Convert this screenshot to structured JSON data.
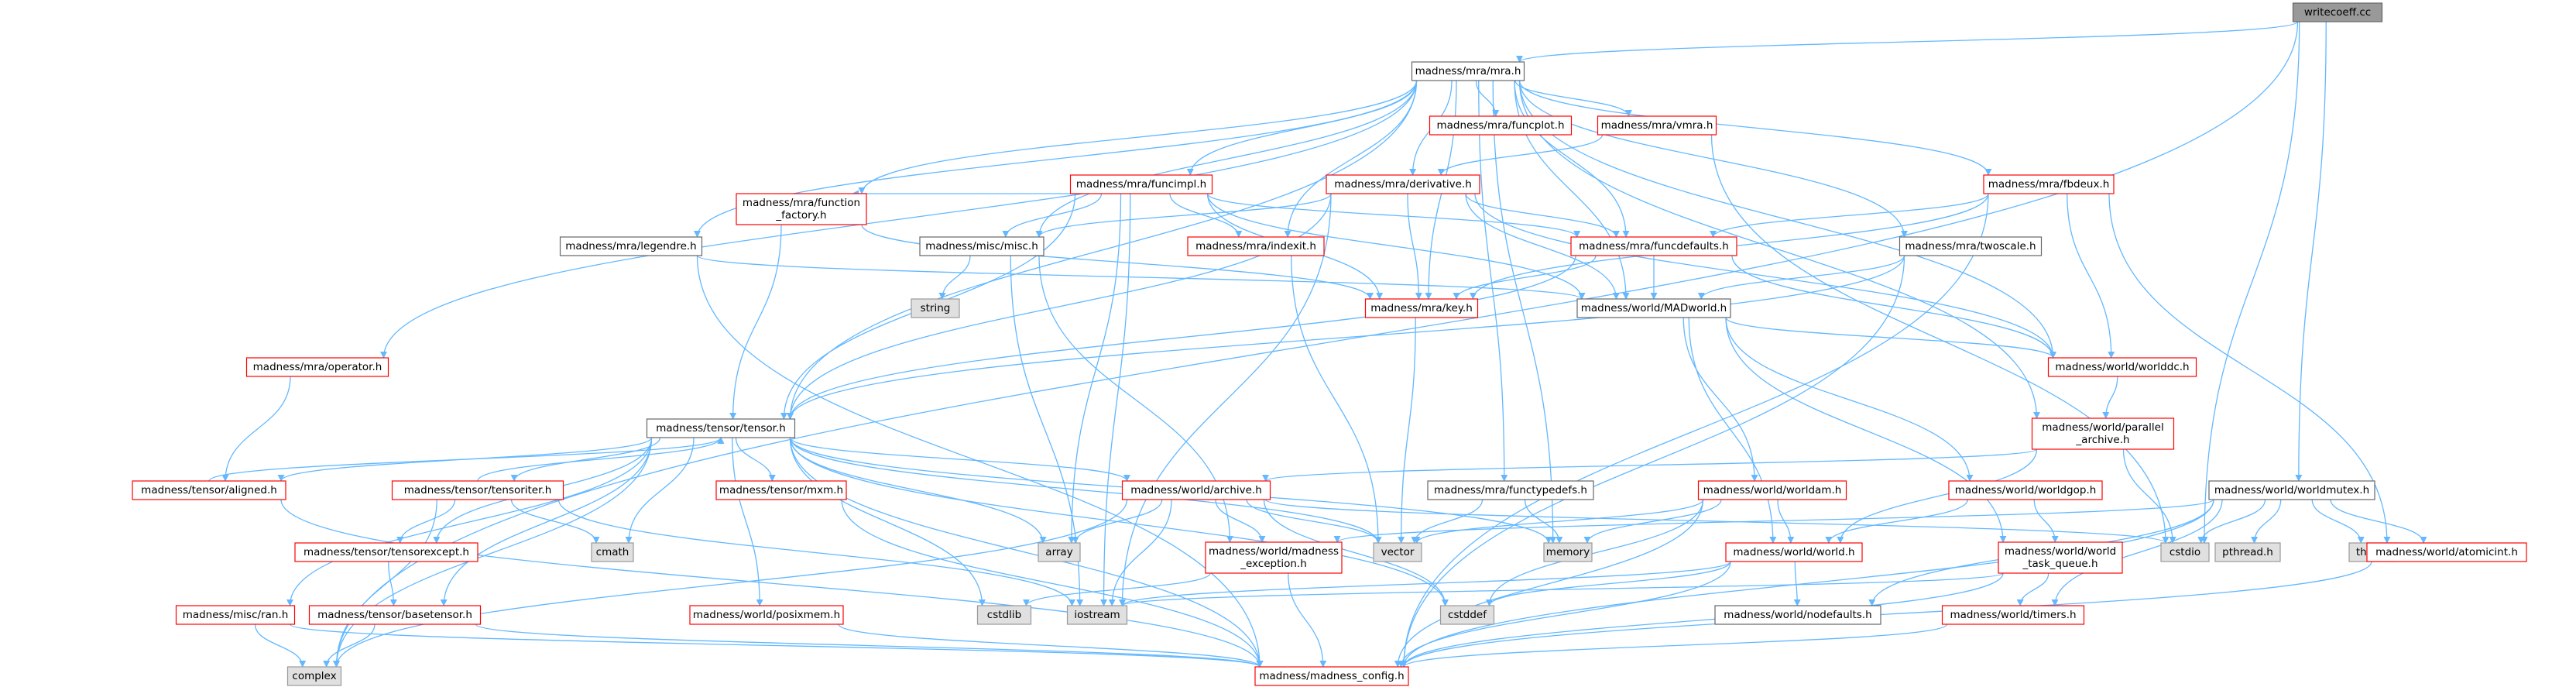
{
  "graph": {
    "colors": {
      "edge": "#63b8ff",
      "root_fill": "#999999",
      "root_border": "#666666",
      "normal_border": "#666666",
      "red_border": "#ff0000",
      "gray_fill": "#e0e0e0",
      "gray_border": "#999999",
      "text": "#000000"
    },
    "nodes": [
      {
        "id": "n_root",
        "lines": [
          "writecoeff.cc"
        ],
        "style": "root"
      },
      {
        "id": "n_mra",
        "lines": [
          "madness/mra/mra.h"
        ],
        "style": "normal"
      },
      {
        "id": "n_funcplot",
        "lines": [
          "madness/mra/funcplot.h"
        ],
        "style": "red"
      },
      {
        "id": "n_vmra",
        "lines": [
          "madness/mra/vmra.h"
        ],
        "style": "red"
      },
      {
        "id": "n_funcimpl",
        "lines": [
          "madness/mra/funcimpl.h"
        ],
        "style": "red"
      },
      {
        "id": "n_derivative",
        "lines": [
          "madness/mra/derivative.h"
        ],
        "style": "red"
      },
      {
        "id": "n_fbdeux",
        "lines": [
          "madness/mra/fbdeux.h"
        ],
        "style": "red"
      },
      {
        "id": "n_function_factory",
        "lines": [
          "madness/mra/function",
          "_factory.h"
        ],
        "style": "red"
      },
      {
        "id": "n_legendre",
        "lines": [
          "madness/mra/legendre.h"
        ],
        "style": "normal"
      },
      {
        "id": "n_misc",
        "lines": [
          "madness/misc/misc.h"
        ],
        "style": "normal"
      },
      {
        "id": "n_indexit",
        "lines": [
          "madness/mra/indexit.h"
        ],
        "style": "red"
      },
      {
        "id": "n_funcdefaults",
        "lines": [
          "madness/mra/funcdefaults.h"
        ],
        "style": "red"
      },
      {
        "id": "n_twoscale",
        "lines": [
          "madness/mra/twoscale.h"
        ],
        "style": "normal"
      },
      {
        "id": "n_string",
        "lines": [
          "string"
        ],
        "style": "gray"
      },
      {
        "id": "n_key",
        "lines": [
          "madness/mra/key.h"
        ],
        "style": "red"
      },
      {
        "id": "n_madworld",
        "lines": [
          "madness/world/MADworld.h"
        ],
        "style": "normal"
      },
      {
        "id": "n_operator",
        "lines": [
          "madness/mra/operator.h"
        ],
        "style": "red"
      },
      {
        "id": "n_worlddc",
        "lines": [
          "madness/world/worlddc.h"
        ],
        "style": "red"
      },
      {
        "id": "n_tensor",
        "lines": [
          "madness/tensor/tensor.h"
        ],
        "style": "normal"
      },
      {
        "id": "n_parallel_archive",
        "lines": [
          "madness/world/parallel",
          "_archive.h"
        ],
        "style": "red"
      },
      {
        "id": "n_aligned",
        "lines": [
          "madness/tensor/aligned.h"
        ],
        "style": "red"
      },
      {
        "id": "n_tensoriter",
        "lines": [
          "madness/tensor/tensoriter.h"
        ],
        "style": "red"
      },
      {
        "id": "n_mxm",
        "lines": [
          "madness/tensor/mxm.h"
        ],
        "style": "red"
      },
      {
        "id": "n_archive",
        "lines": [
          "madness/world/archive.h"
        ],
        "style": "red"
      },
      {
        "id": "n_functypedefs",
        "lines": [
          "madness/mra/functypedefs.h"
        ],
        "style": "normal"
      },
      {
        "id": "n_worldam",
        "lines": [
          "madness/world/worldam.h"
        ],
        "style": "red"
      },
      {
        "id": "n_worldgop",
        "lines": [
          "madness/world/worldgop.h"
        ],
        "style": "red"
      },
      {
        "id": "n_worldmutex",
        "lines": [
          "madness/world/worldmutex.h"
        ],
        "style": "normal"
      },
      {
        "id": "n_cmath",
        "lines": [
          "cmath"
        ],
        "style": "gray"
      },
      {
        "id": "n_tensorexcept",
        "lines": [
          "madness/tensor/tensorexcept.h"
        ],
        "style": "red"
      },
      {
        "id": "n_array",
        "lines": [
          "array"
        ],
        "style": "gray"
      },
      {
        "id": "n_madness_exception",
        "lines": [
          "madness/world/madness",
          "_exception.h"
        ],
        "style": "red"
      },
      {
        "id": "n_vector",
        "lines": [
          "vector"
        ],
        "style": "gray"
      },
      {
        "id": "n_memory",
        "lines": [
          "memory"
        ],
        "style": "gray"
      },
      {
        "id": "n_world",
        "lines": [
          "madness/world/world.h"
        ],
        "style": "red"
      },
      {
        "id": "n_cstdio",
        "lines": [
          "cstdio"
        ],
        "style": "gray"
      },
      {
        "id": "n_pthread",
        "lines": [
          "pthread.h"
        ],
        "style": "gray"
      },
      {
        "id": "n_thread",
        "lines": [
          "thread"
        ],
        "style": "gray"
      },
      {
        "id": "n_world_task_queue",
        "lines": [
          "madness/world/world",
          "_task_queue.h"
        ],
        "style": "red"
      },
      {
        "id": "n_atomicint",
        "lines": [
          "madness/world/atomicint.h"
        ],
        "style": "red"
      },
      {
        "id": "n_ran",
        "lines": [
          "madness/misc/ran.h"
        ],
        "style": "red"
      },
      {
        "id": "n_basetensor",
        "lines": [
          "madness/tensor/basetensor.h"
        ],
        "style": "red"
      },
      {
        "id": "n_posixmem",
        "lines": [
          "madness/world/posixmem.h"
        ],
        "style": "red"
      },
      {
        "id": "n_cstdlib",
        "lines": [
          "cstdlib"
        ],
        "style": "gray"
      },
      {
        "id": "n_iostream",
        "lines": [
          "iostream"
        ],
        "style": "gray"
      },
      {
        "id": "n_cstddef",
        "lines": [
          "cstddef"
        ],
        "style": "gray"
      },
      {
        "id": "n_nodefaults",
        "lines": [
          "madness/world/nodefaults.h"
        ],
        "style": "normal"
      },
      {
        "id": "n_timers",
        "lines": [
          "madness/world/timers.h"
        ],
        "style": "red"
      },
      {
        "id": "n_complex",
        "lines": [
          "complex"
        ],
        "style": "gray"
      },
      {
        "id": "n_madness_config",
        "lines": [
          "madness/madness_config.h"
        ],
        "style": "red"
      }
    ],
    "edges": [
      [
        "n_root",
        "n_mra"
      ],
      [
        "n_root",
        "n_worldmutex"
      ],
      [
        "n_root",
        "n_complex"
      ],
      [
        "n_root",
        "n_cstdio"
      ],
      [
        "n_mra",
        "n_funcplot"
      ],
      [
        "n_mra",
        "n_vmra"
      ],
      [
        "n_mra",
        "n_funcimpl"
      ],
      [
        "n_mra",
        "n_derivative"
      ],
      [
        "n_mra",
        "n_fbdeux"
      ],
      [
        "n_mra",
        "n_function_factory"
      ],
      [
        "n_mra",
        "n_legendre"
      ],
      [
        "n_mra",
        "n_misc"
      ],
      [
        "n_mra",
        "n_indexit"
      ],
      [
        "n_mra",
        "n_funcdefaults"
      ],
      [
        "n_mra",
        "n_twoscale"
      ],
      [
        "n_mra",
        "n_key"
      ],
      [
        "n_mra",
        "n_madworld"
      ],
      [
        "n_mra",
        "n_operator"
      ],
      [
        "n_mra",
        "n_worlddc"
      ],
      [
        "n_mra",
        "n_tensor"
      ],
      [
        "n_mra",
        "n_parallel_archive"
      ],
      [
        "n_mra",
        "n_functypedefs"
      ],
      [
        "n_mra",
        "n_memory"
      ],
      [
        "n_vmra",
        "n_derivative"
      ],
      [
        "n_vmra",
        "n_cstdio"
      ],
      [
        "n_funcimpl",
        "n_function_factory"
      ],
      [
        "n_funcimpl",
        "n_misc"
      ],
      [
        "n_funcimpl",
        "n_indexit"
      ],
      [
        "n_funcimpl",
        "n_funcdefaults"
      ],
      [
        "n_funcimpl",
        "n_key"
      ],
      [
        "n_funcimpl",
        "n_madworld"
      ],
      [
        "n_funcimpl",
        "n_tensor"
      ],
      [
        "n_funcimpl",
        "n_array"
      ],
      [
        "n_funcimpl",
        "n_iostream"
      ],
      [
        "n_derivative",
        "n_misc"
      ],
      [
        "n_derivative",
        "n_funcdefaults"
      ],
      [
        "n_derivative",
        "n_key"
      ],
      [
        "n_derivative",
        "n_madworld"
      ],
      [
        "n_derivative",
        "n_tensor"
      ],
      [
        "n_derivative",
        "n_worlddc"
      ],
      [
        "n_derivative",
        "n_iostream"
      ],
      [
        "n_fbdeux",
        "n_funcdefaults"
      ],
      [
        "n_fbdeux",
        "n_key"
      ],
      [
        "n_fbdeux",
        "n_worlddc"
      ],
      [
        "n_fbdeux",
        "n_madness_config"
      ],
      [
        "n_fbdeux",
        "n_atomicint"
      ],
      [
        "n_function_factory",
        "n_key"
      ],
      [
        "n_function_factory",
        "n_tensor"
      ],
      [
        "n_legendre",
        "n_madworld"
      ],
      [
        "n_legendre",
        "n_madness_config"
      ],
      [
        "n_misc",
        "n_string"
      ],
      [
        "n_misc",
        "n_madness_exception"
      ],
      [
        "n_misc",
        "n_iostream"
      ],
      [
        "n_indexit",
        "n_vector"
      ],
      [
        "n_funcdefaults",
        "n_key"
      ],
      [
        "n_funcdefaults",
        "n_madworld"
      ],
      [
        "n_funcdefaults",
        "n_tensor"
      ],
      [
        "n_funcdefaults",
        "n_worlddc"
      ],
      [
        "n_twoscale",
        "n_madworld"
      ],
      [
        "n_twoscale",
        "n_tensor"
      ],
      [
        "n_twoscale",
        "n_madness_config"
      ],
      [
        "n_key",
        "n_vector"
      ],
      [
        "n_madworld",
        "n_worlddc"
      ],
      [
        "n_madworld",
        "n_worldam"
      ],
      [
        "n_madworld",
        "n_worldgop"
      ],
      [
        "n_madworld",
        "n_world"
      ],
      [
        "n_madworld",
        "n_world_task_queue"
      ],
      [
        "n_operator",
        "n_aligned"
      ],
      [
        "n_worlddc",
        "n_parallel_archive"
      ],
      [
        "n_tensor",
        "n_aligned"
      ],
      [
        "n_tensor",
        "n_tensoriter"
      ],
      [
        "n_tensor",
        "n_mxm"
      ],
      [
        "n_tensor",
        "n_archive"
      ],
      [
        "n_tensor",
        "n_cmath"
      ],
      [
        "n_tensor",
        "n_tensorexcept"
      ],
      [
        "n_tensor",
        "n_array"
      ],
      [
        "n_tensor",
        "n_vector"
      ],
      [
        "n_tensor",
        "n_memory"
      ],
      [
        "n_tensor",
        "n_ran"
      ],
      [
        "n_tensor",
        "n_basetensor"
      ],
      [
        "n_tensor",
        "n_posixmem"
      ],
      [
        "n_tensor",
        "n_cstdlib"
      ],
      [
        "n_tensor",
        "n_cstddef"
      ],
      [
        "n_tensor",
        "n_complex"
      ],
      [
        "n_tensor",
        "n_madness_config"
      ],
      [
        "n_parallel_archive",
        "n_archive"
      ],
      [
        "n_parallel_archive",
        "n_world"
      ],
      [
        "n_parallel_archive",
        "n_cstdio"
      ],
      [
        "n_aligned",
        "n_tensor"
      ],
      [
        "n_aligned",
        "n_madness_config"
      ],
      [
        "n_tensoriter",
        "n_tensor"
      ],
      [
        "n_tensoriter",
        "n_tensorexcept"
      ],
      [
        "n_tensoriter",
        "n_cmath"
      ],
      [
        "n_tensoriter",
        "n_iostream"
      ],
      [
        "n_tensoriter",
        "n_complex"
      ],
      [
        "n_mxm",
        "n_madness_config"
      ],
      [
        "n_archive",
        "n_madness_exception"
      ],
      [
        "n_archive",
        "n_array"
      ],
      [
        "n_archive",
        "n_vector"
      ],
      [
        "n_archive",
        "n_iostream"
      ],
      [
        "n_archive",
        "n_cstddef"
      ],
      [
        "n_archive",
        "n_cstdio"
      ],
      [
        "n_archive",
        "n_complex"
      ],
      [
        "n_functypedefs",
        "n_vector"
      ],
      [
        "n_functypedefs",
        "n_memory"
      ],
      [
        "n_worldam",
        "n_world"
      ],
      [
        "n_worldam",
        "n_vector"
      ],
      [
        "n_worldam",
        "n_memory"
      ],
      [
        "n_worldam",
        "n_cstddef"
      ],
      [
        "n_worldam",
        "n_madness_config"
      ],
      [
        "n_worldgop",
        "n_world"
      ],
      [
        "n_worldgop",
        "n_world_task_queue"
      ],
      [
        "n_worldmutex",
        "n_cstdio"
      ],
      [
        "n_worldmutex",
        "n_pthread"
      ],
      [
        "n_worldmutex",
        "n_thread"
      ],
      [
        "n_worldmutex",
        "n_atomicint"
      ],
      [
        "n_worldmutex",
        "n_madness_exception"
      ],
      [
        "n_worldmutex",
        "n_nodefaults"
      ],
      [
        "n_worldmutex",
        "n_timers"
      ],
      [
        "n_worldmutex",
        "n_madness_config"
      ],
      [
        "n_tensorexcept",
        "n_basetensor"
      ],
      [
        "n_madness_exception",
        "n_cstdlib"
      ],
      [
        "n_madness_exception",
        "n_madness_config"
      ],
      [
        "n_world",
        "n_iostream"
      ],
      [
        "n_world",
        "n_cstddef"
      ],
      [
        "n_world",
        "n_nodefaults"
      ],
      [
        "n_world",
        "n_madness_config"
      ],
      [
        "n_world_task_queue",
        "n_iostream"
      ],
      [
        "n_world_task_queue",
        "n_timers"
      ],
      [
        "n_world_task_queue",
        "n_madness_config"
      ],
      [
        "n_atomicint",
        "n_madness_config"
      ],
      [
        "n_ran",
        "n_complex"
      ],
      [
        "n_ran",
        "n_madness_config"
      ],
      [
        "n_basetensor",
        "n_complex"
      ],
      [
        "n_basetensor",
        "n_madness_config"
      ],
      [
        "n_posixmem",
        "n_madness_config"
      ],
      [
        "n_timers",
        "n_madness_config"
      ]
    ]
  }
}
